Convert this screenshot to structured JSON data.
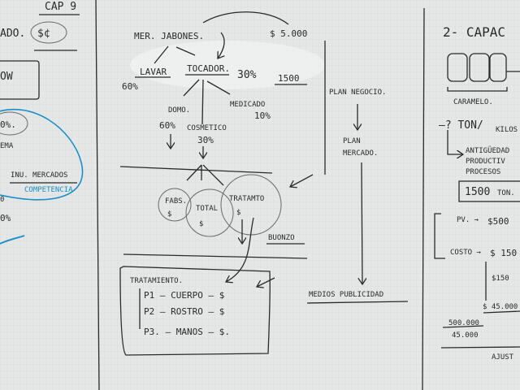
{
  "left_panel": {
    "cap": "CAP 9",
    "ado": "ADO.",
    "money": "$¢",
    "box_text": "OW",
    "pct1": "0%.",
    "ema": "EMA",
    "inv": "INU. MERCADOS",
    "competencia": "COMPETENCIA",
    "zero": "0",
    "pct2": "0%"
  },
  "middle_panel": {
    "mer": "MER. JABONES.",
    "price": "$ 5.000",
    "lavar": "LAVAR",
    "lavar_pct": "60%",
    "tocador": "TOCADOR.",
    "tocador_pct": "30%",
    "units": "1500",
    "medicado": "MEDICADO",
    "medicado_pct": "10%",
    "domo": "DOMO.",
    "domo_pct": "60%",
    "cosmetico": "COSMETICO",
    "cosmetico_pct": "30%",
    "circles": [
      {
        "label": "FABS.",
        "value": "$"
      },
      {
        "label": "TOTAL",
        "value": "$"
      },
      {
        "label": "TRATAMTO",
        "value": "$"
      }
    ],
    "buonzo": "BUONZO",
    "tratamiento": "TRATAMIENTO.",
    "items": [
      "P1 — CUERPO — $",
      "P2 — ROSTRO — $",
      "P3. — MANOS — $."
    ],
    "plan_negocio": "PLAN NEGOCIO.",
    "plan": "PLAN",
    "mercado": "MERCADO.",
    "medios": "MEDIOS PUBLICIDAD"
  },
  "right_panel": {
    "title": "2- CAPAC",
    "caramelo": "CARAMELO.",
    "ton": "—? TON/",
    "kilos": "KILOS",
    "list": [
      "ANTIGÜEDAD",
      "PRODUCTIV",
      "PROCESOS"
    ],
    "box": "1500",
    "box_unit": "TON.",
    "pv": "PV. →",
    "pv_value": "$500",
    "costo": "COSTO →",
    "costo_value": "$ 150",
    "sub_value": "$150",
    "total": "$ 45.000",
    "frac_top": "500.000",
    "frac_bottom": "45.000",
    "ajust": "AJUST"
  }
}
